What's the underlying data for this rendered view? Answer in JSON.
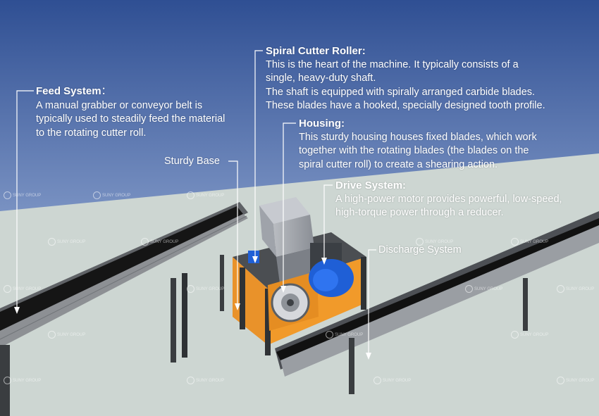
{
  "colors": {
    "sky_top": "#2f4f93",
    "sky_bottom": "#c9d8ea",
    "ground": "#cfd8d3",
    "frame_orange": "#f19a2a",
    "motor_blue": "#1f5fd6",
    "callout_line": "#ffffff"
  },
  "icons": {
    "watermark": "suny-group-logo-watermark"
  },
  "watermark": {
    "text": "SUNY GROUP"
  },
  "callouts": {
    "feed_system": {
      "title": "Feed System",
      "title_suffix": "：",
      "lines": [
        "A manual grabber or conveyor belt is",
        "typically used to steadily feed the material",
        "to the rotating cutter roll."
      ]
    },
    "spiral_cutter_roller": {
      "title": "Spiral Cutter Roller:",
      "lines": [
        "This is the heart of the machine. It typically consists of a",
        "single, heavy-duty shaft.",
        "The shaft is equipped with spirally arranged carbide blades.",
        "These blades have a hooked, specially designed tooth profile."
      ]
    },
    "housing": {
      "title": "Housing:",
      "lines": [
        "This sturdy housing houses fixed blades, which work",
        "together with the rotating blades (the blades on the",
        "spiral cutter roll) to create a shearing action."
      ]
    },
    "sturdy_base": {
      "label": "Sturdy Base"
    },
    "drive_system": {
      "title": "Drive System:",
      "lines": [
        "A high-power motor provides powerful, low-speed,",
        "high-torque power through a reducer."
      ]
    },
    "discharge_system": {
      "label": "Discharge System"
    }
  }
}
